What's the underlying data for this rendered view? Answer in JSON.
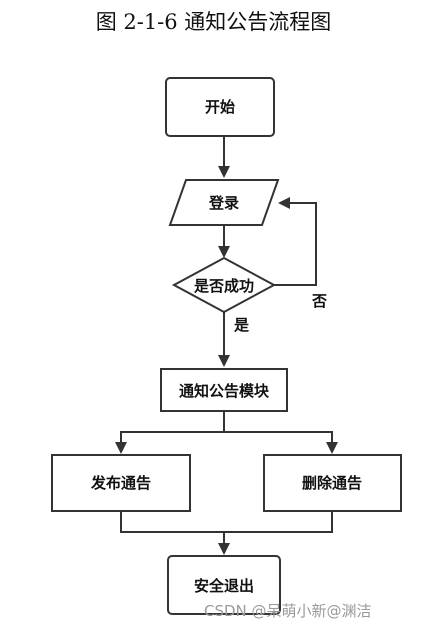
{
  "title": "图 2-1-6 通知公告流程图",
  "nodes": {
    "start": "开始",
    "login": "登录",
    "decision": "是否成功",
    "module": "通知公告模块",
    "publish": "发布通告",
    "delete": "删除通告",
    "exit": "安全退出"
  },
  "edges": {
    "no": "否",
    "yes": "是"
  },
  "watermark": "CSDN @呆萌小新@渊洁"
}
